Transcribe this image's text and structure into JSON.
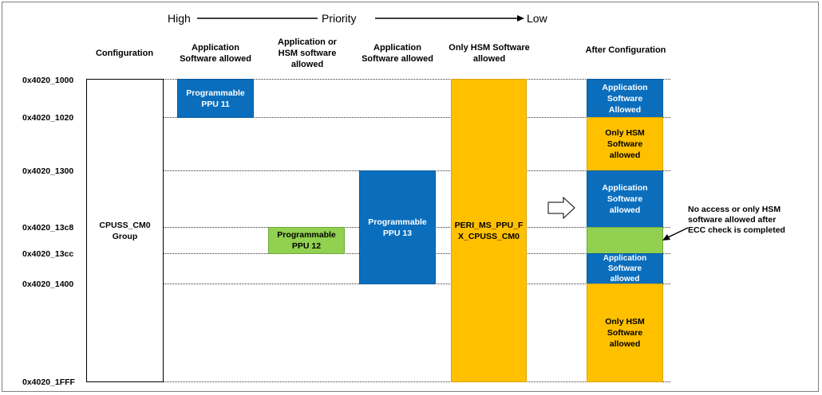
{
  "priority": {
    "high": "High",
    "label": "Priority",
    "low": "Low"
  },
  "columns": {
    "configuration": "Configuration",
    "app_sw_1": "Application\nSoftware allowed",
    "app_or_hsm": "Application or\nHSM software\nallowed",
    "app_sw_2": "Application\nSoftware allowed",
    "only_hsm": "Only HSM Software\nallowed",
    "after_config": "After Configuration"
  },
  "addresses": [
    "0x4020_1000",
    "0x4020_1020",
    "0x4020_1300",
    "0x4020_13c8",
    "0x4020_13cc",
    "0x4020_1400",
    "0x4020_1FFF"
  ],
  "boxes": {
    "cpuss_group": "CPUSS_CM0\nGroup",
    "ppu11": "Programmable\nPPU 11",
    "ppu12": "Programmable\nPPU 12",
    "ppu13": "Programmable\nPPU 13",
    "peri": "PERI_MS_PPU_F\nX_CPUSS_CM0"
  },
  "after": {
    "seg1": "Application\nSoftware\nAllowed",
    "seg2": "Only HSM\nSoftware\nallowed",
    "seg3": "Application\nSoftware\nallowed",
    "seg4": "",
    "seg5": "Application\nSoftware\nallowed",
    "seg6": "Only HSM\nSoftware\nallowed"
  },
  "note": "No access or only HSM\nsoftware allowed after\nECC check is completed",
  "colors": {
    "blue": "#0a6ebd",
    "green": "#92d050",
    "yellow": "#ffc000",
    "white": "#ffffff"
  }
}
